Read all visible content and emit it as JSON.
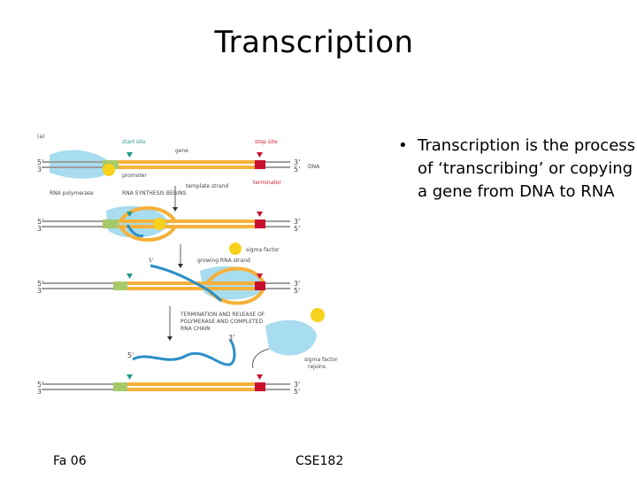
{
  "slide": {
    "title": "Transcription",
    "bullet": "Transcription is the process of ‘transcribing’ or copying a gene from DNA to RNA",
    "footer_left": "Fa 06",
    "footer_center": "CSE182"
  },
  "diagram": {
    "panel_label": "(a)",
    "labels": {
      "start_site": "start site",
      "stop_site": "stop site",
      "gene": "gene",
      "dna": "DNA",
      "promoter": "promoter",
      "terminator": "terminator",
      "template_strand": "template strand",
      "rna_polymerase": "RNA polymerase",
      "rna_synthesis": "RNA SYNTHESIS BEGINS",
      "sigma_factor": "sigma factor",
      "growing_rna": "growing RNA strand",
      "termination": "TERMINATION AND RELEASE OF POLYMERASE AND COMPLETED RNA CHAIN",
      "sigma_rejoins": "sigma factor rejoins",
      "five_prime": "5'",
      "three_prime": "3'"
    },
    "colors": {
      "gene": "#f5b13a",
      "dna": "#9e9e9e",
      "promoter": "#a8c96a",
      "terminator": "#c8102e",
      "polymerase": "#a8dcef",
      "sigma": "#f7d21c",
      "rna": "#2a8fc7",
      "marker": "#1f9a8a"
    }
  }
}
